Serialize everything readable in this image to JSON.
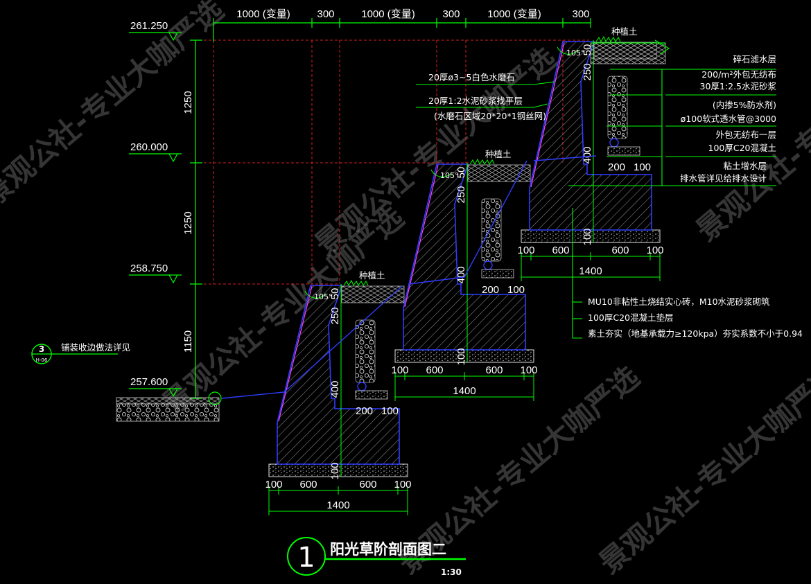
{
  "title": "阳光草阶剖面图二",
  "scale": "1:30",
  "detail_number": "1",
  "section_ref": {
    "number": "3",
    "sheet": "H-06",
    "note": "铺装收边做法详见"
  },
  "elevations": [
    "261.250",
    "260.000",
    "258.750",
    "257.600"
  ],
  "top_dimensions": [
    "1000 (变量)",
    "300",
    "1000 (变量)",
    "300",
    "1000 (变量)",
    "300"
  ],
  "left_dimensions": [
    "1250",
    "1250",
    "1150"
  ],
  "angle_label": "105°",
  "planting_soil": "种植土",
  "step_dims": {
    "v50": "50",
    "v250": "250",
    "v400": "400",
    "v100": "100",
    "h200": "200",
    "h100": "100",
    "b100": "100",
    "b600": "600",
    "total": "1400"
  },
  "notes_upper_left": [
    "20厚ø3~5白色水磨石",
    "20厚1:2水泥砂浆找平层",
    "(水磨石区域20*20*1钢丝网)"
  ],
  "notes_right": [
    "碎石滤水层",
    "200/m²外包无纺布",
    "30厚1:2.5水泥砂浆",
    "(内掺5%防水剂)",
    "ø100软式透水管@3000",
    "外包无纺布一层",
    "100厚C20混凝土",
    "粘土增水层",
    "排水管详见给排水设计"
  ],
  "notes_lower": [
    "MU10非粘性土烧结实心砖，M10水泥砂浆砌筑",
    "100厚C20混凝土垫层",
    "素土夯实（地基承载力≥120kpa）夯实系数不小于0.94"
  ],
  "watermark": "景观公社-专业大咖严选",
  "colors": {
    "green": "#00ff00",
    "blue": "#2f3dff",
    "red": "#ff2020",
    "white": "#ffffff",
    "hatch": "#9a9a9a",
    "magenta": "#ff40ff"
  }
}
